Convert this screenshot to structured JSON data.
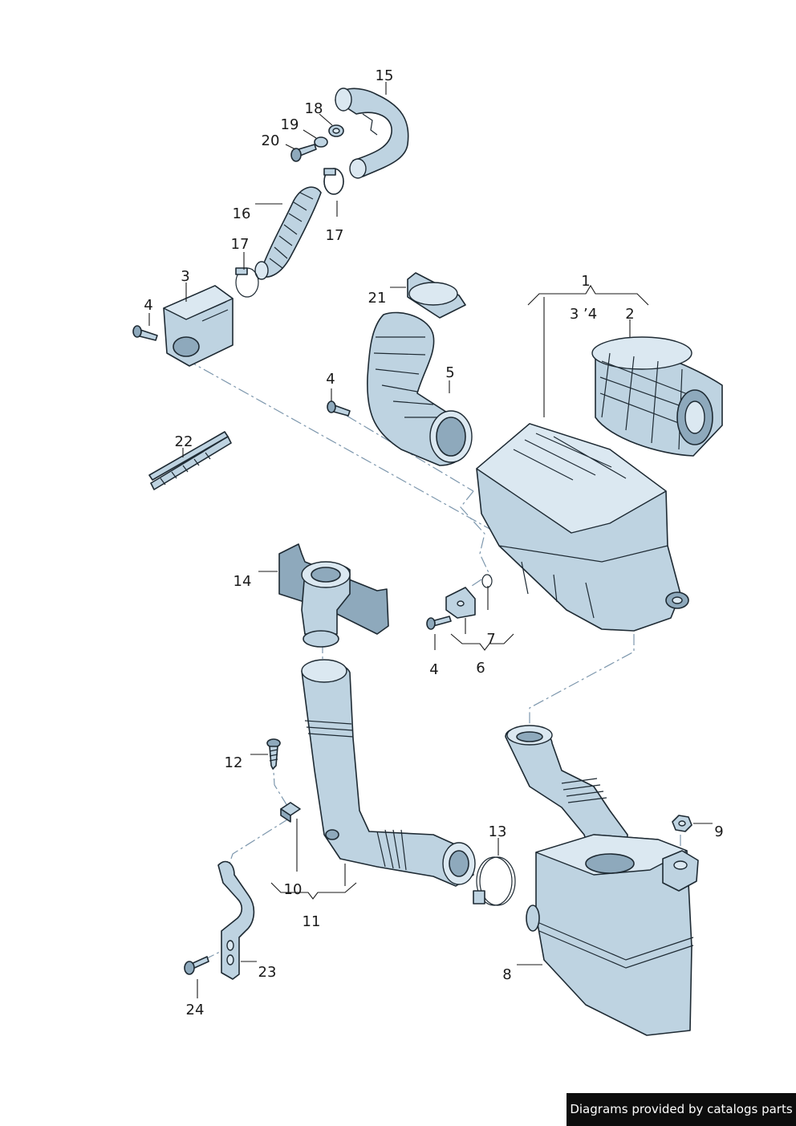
{
  "callouts": [
    {
      "id": "c1",
      "text": "1"
    },
    {
      "id": "c2",
      "text": "2"
    },
    {
      "id": "c34",
      "text": "3 ’4"
    },
    {
      "id": "c3",
      "text": "3"
    },
    {
      "id": "c4a",
      "text": "4"
    },
    {
      "id": "c4b",
      "text": "4"
    },
    {
      "id": "c4c",
      "text": "4"
    },
    {
      "id": "c5",
      "text": "5"
    },
    {
      "id": "c6",
      "text": "6"
    },
    {
      "id": "c7",
      "text": "7"
    },
    {
      "id": "c8",
      "text": "8"
    },
    {
      "id": "c9",
      "text": "9"
    },
    {
      "id": "c10",
      "text": "10"
    },
    {
      "id": "c11",
      "text": "11"
    },
    {
      "id": "c12",
      "text": "12"
    },
    {
      "id": "c13",
      "text": "13"
    },
    {
      "id": "c14",
      "text": "14"
    },
    {
      "id": "c15",
      "text": "15"
    },
    {
      "id": "c16",
      "text": "16"
    },
    {
      "id": "c17a",
      "text": "17"
    },
    {
      "id": "c17b",
      "text": "17"
    },
    {
      "id": "c18",
      "text": "18"
    },
    {
      "id": "c19",
      "text": "19"
    },
    {
      "id": "c20",
      "text": "20"
    },
    {
      "id": "c21",
      "text": "21"
    },
    {
      "id": "c22",
      "text": "22"
    },
    {
      "id": "c23",
      "text": "23"
    },
    {
      "id": "c24",
      "text": "24"
    }
  ],
  "footer": {
    "text": "Diagrams provided by catalogs parts"
  },
  "colors": {
    "part_fill": "#bed3e1",
    "outline": "#1e2a33",
    "dash_line": "#7d97ad",
    "footer_bg": "#0d0d0d"
  }
}
